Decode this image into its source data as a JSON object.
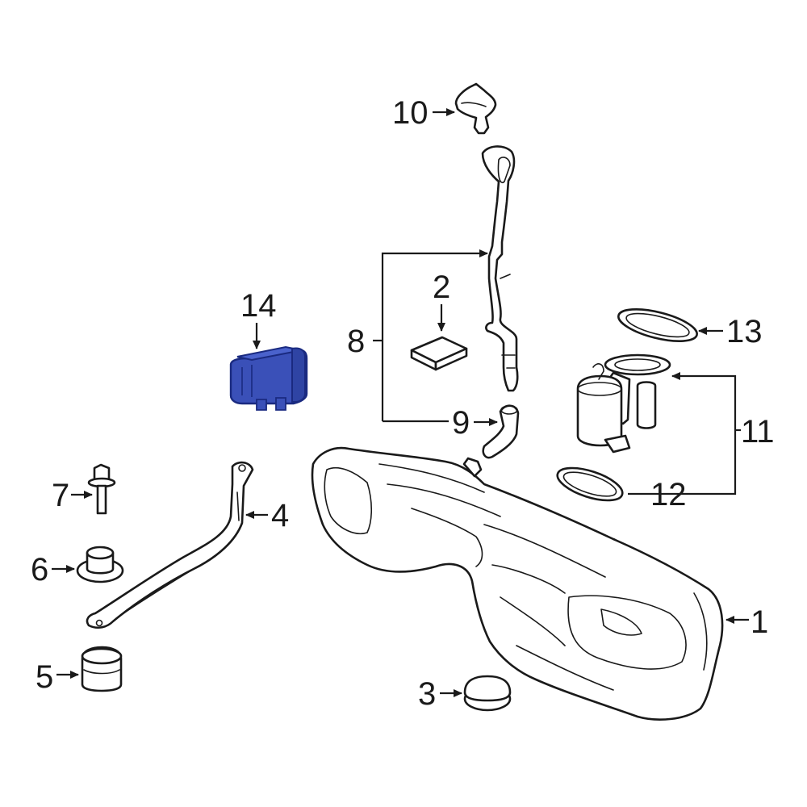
{
  "callouts": {
    "c1": "1",
    "c2": "2",
    "c3": "3",
    "c4": "4",
    "c5": "5",
    "c6": "6",
    "c7": "7",
    "c8": "8",
    "c9": "9",
    "c10": "10",
    "c11": "11",
    "c12": "12",
    "c13": "13",
    "c14": "14"
  },
  "colors": {
    "line": "#1a1a1a",
    "highlight_fill": "#3a50b8",
    "highlight_stroke": "#1a2a80",
    "background": "#ffffff"
  },
  "highlighted_part": "14"
}
